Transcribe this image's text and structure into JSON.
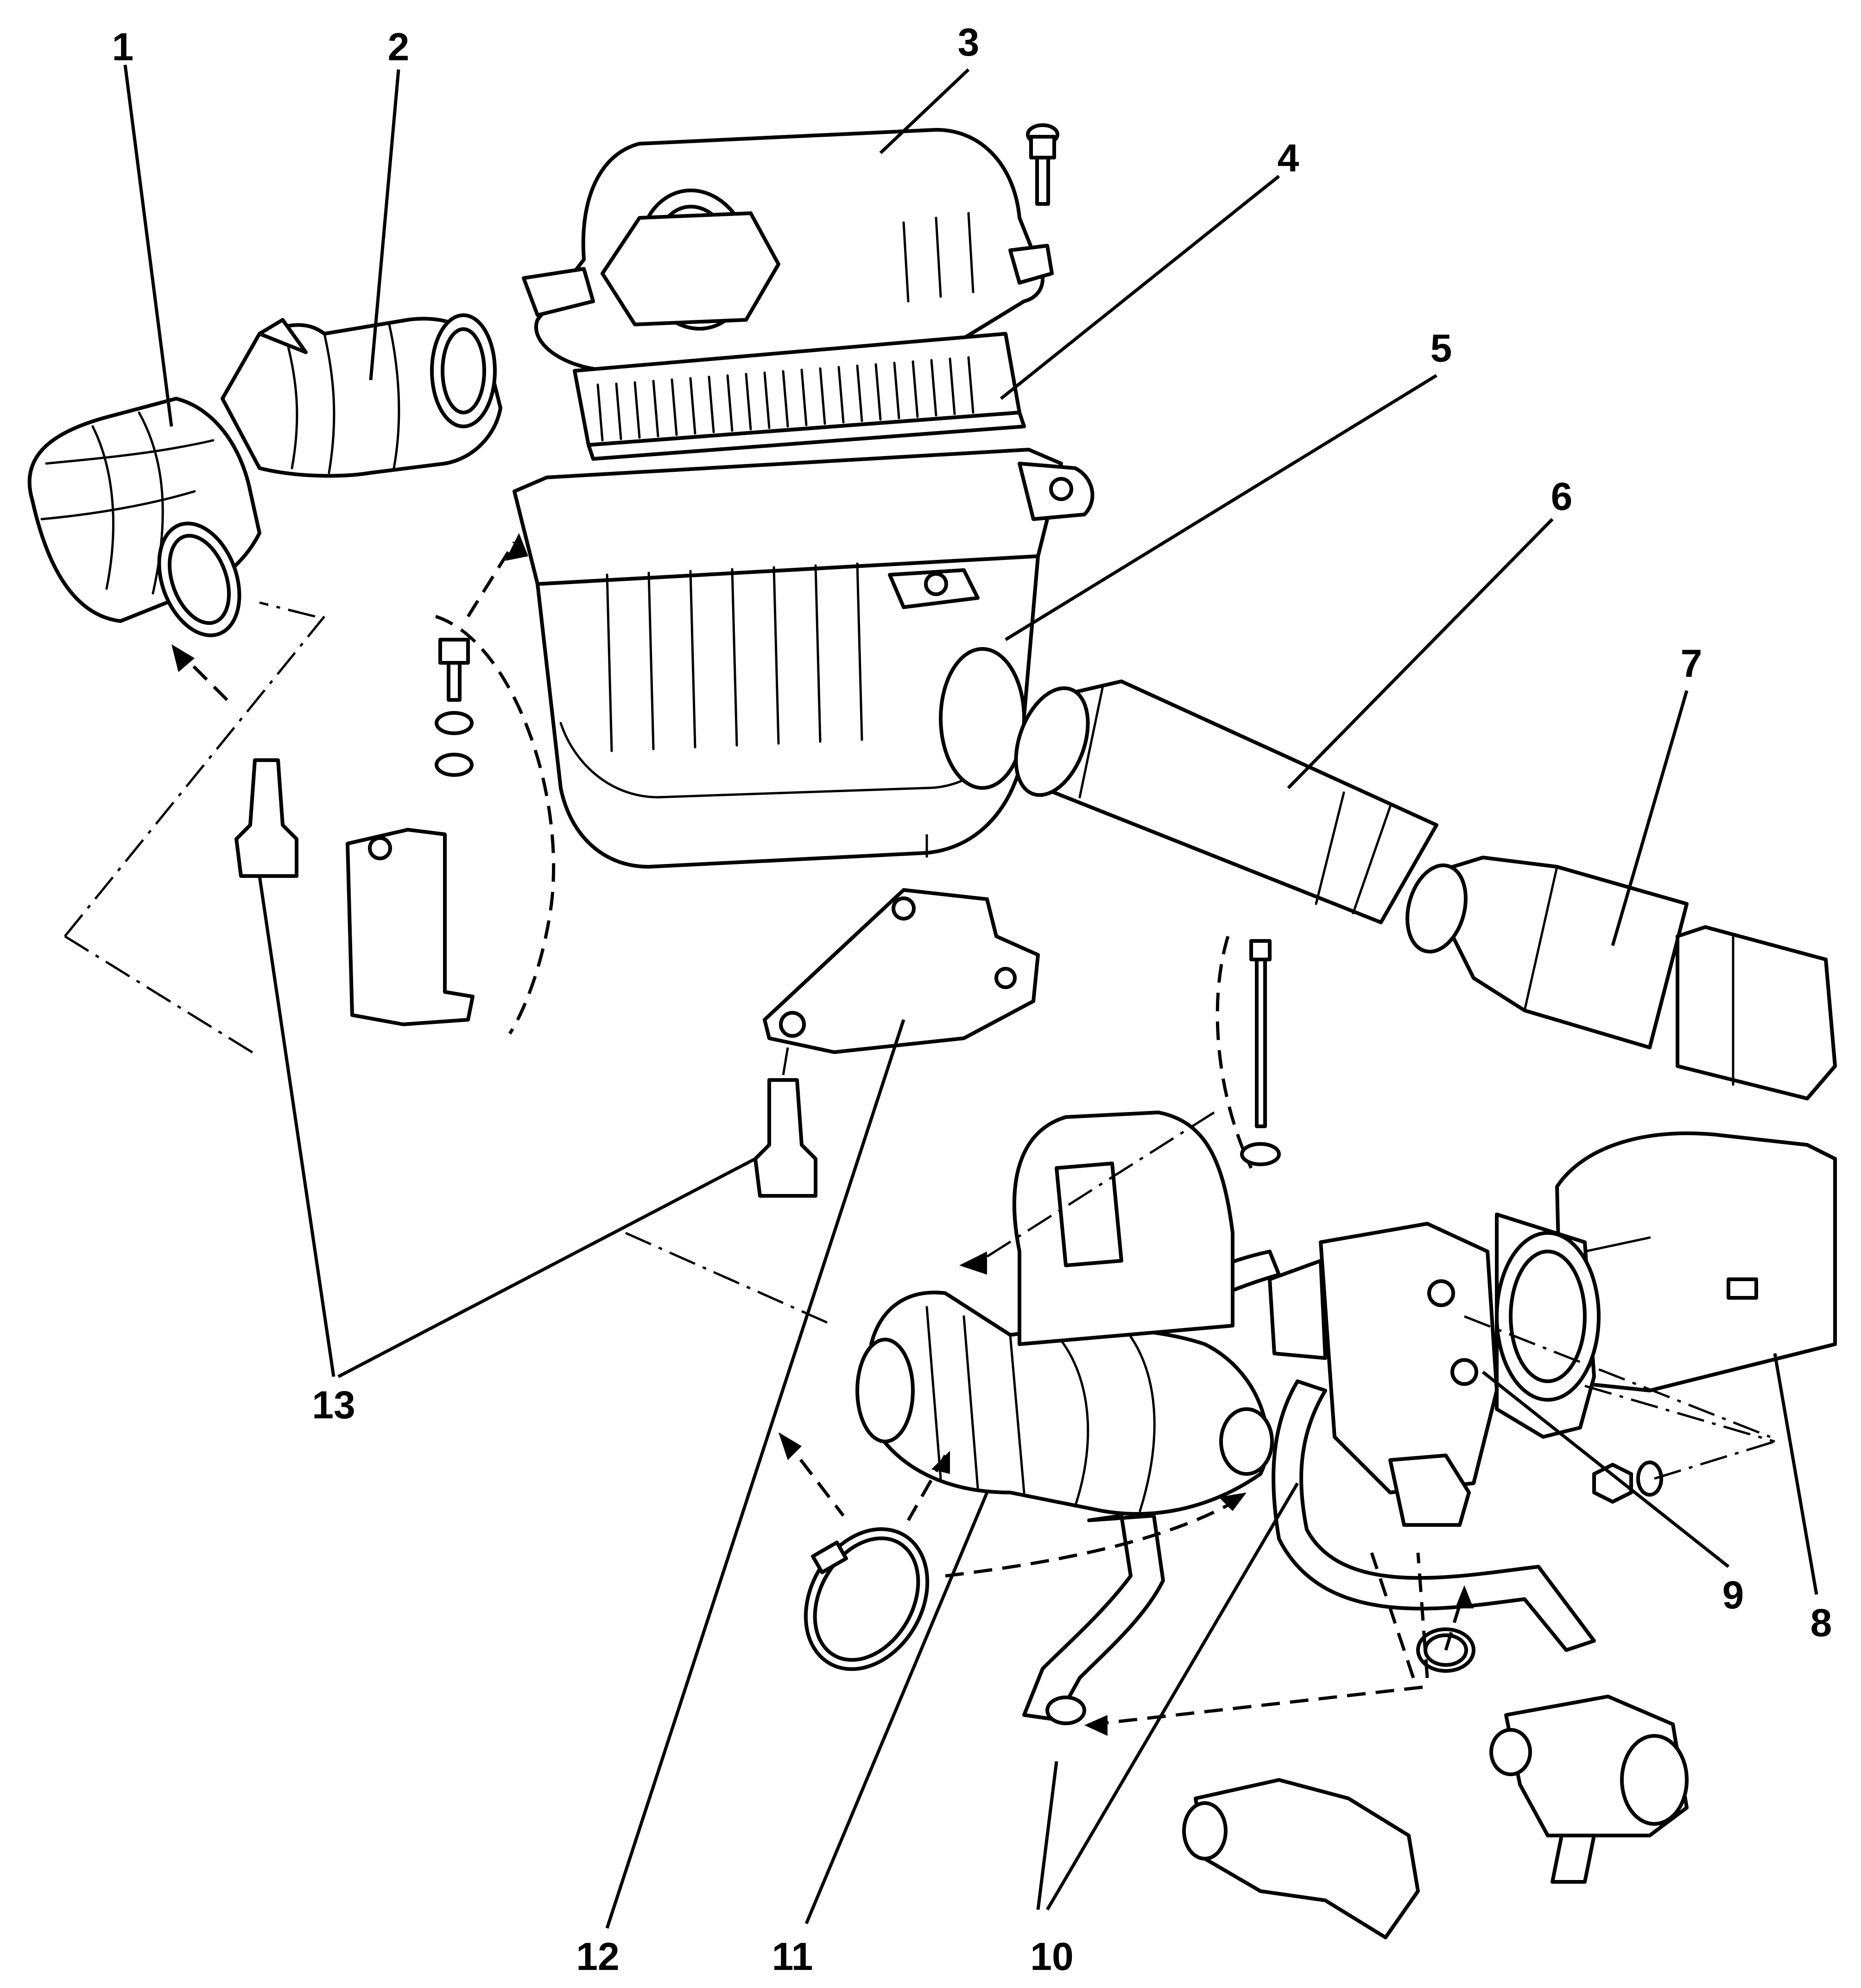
{
  "diagram": {
    "callouts": [
      {
        "id": "1",
        "label": "1"
      },
      {
        "id": "2",
        "label": "2"
      },
      {
        "id": "3",
        "label": "3"
      },
      {
        "id": "4",
        "label": "4"
      },
      {
        "id": "5",
        "label": "5"
      },
      {
        "id": "6",
        "label": "6"
      },
      {
        "id": "7",
        "label": "7"
      },
      {
        "id": "8",
        "label": "8"
      },
      {
        "id": "9",
        "label": "9"
      },
      {
        "id": "10",
        "label": "10"
      },
      {
        "id": "11",
        "label": "11"
      },
      {
        "id": "12",
        "label": "12"
      },
      {
        "id": "13",
        "label": "13"
      }
    ]
  },
  "colors": {
    "ink": "#000000",
    "paper": "#ffffff"
  }
}
